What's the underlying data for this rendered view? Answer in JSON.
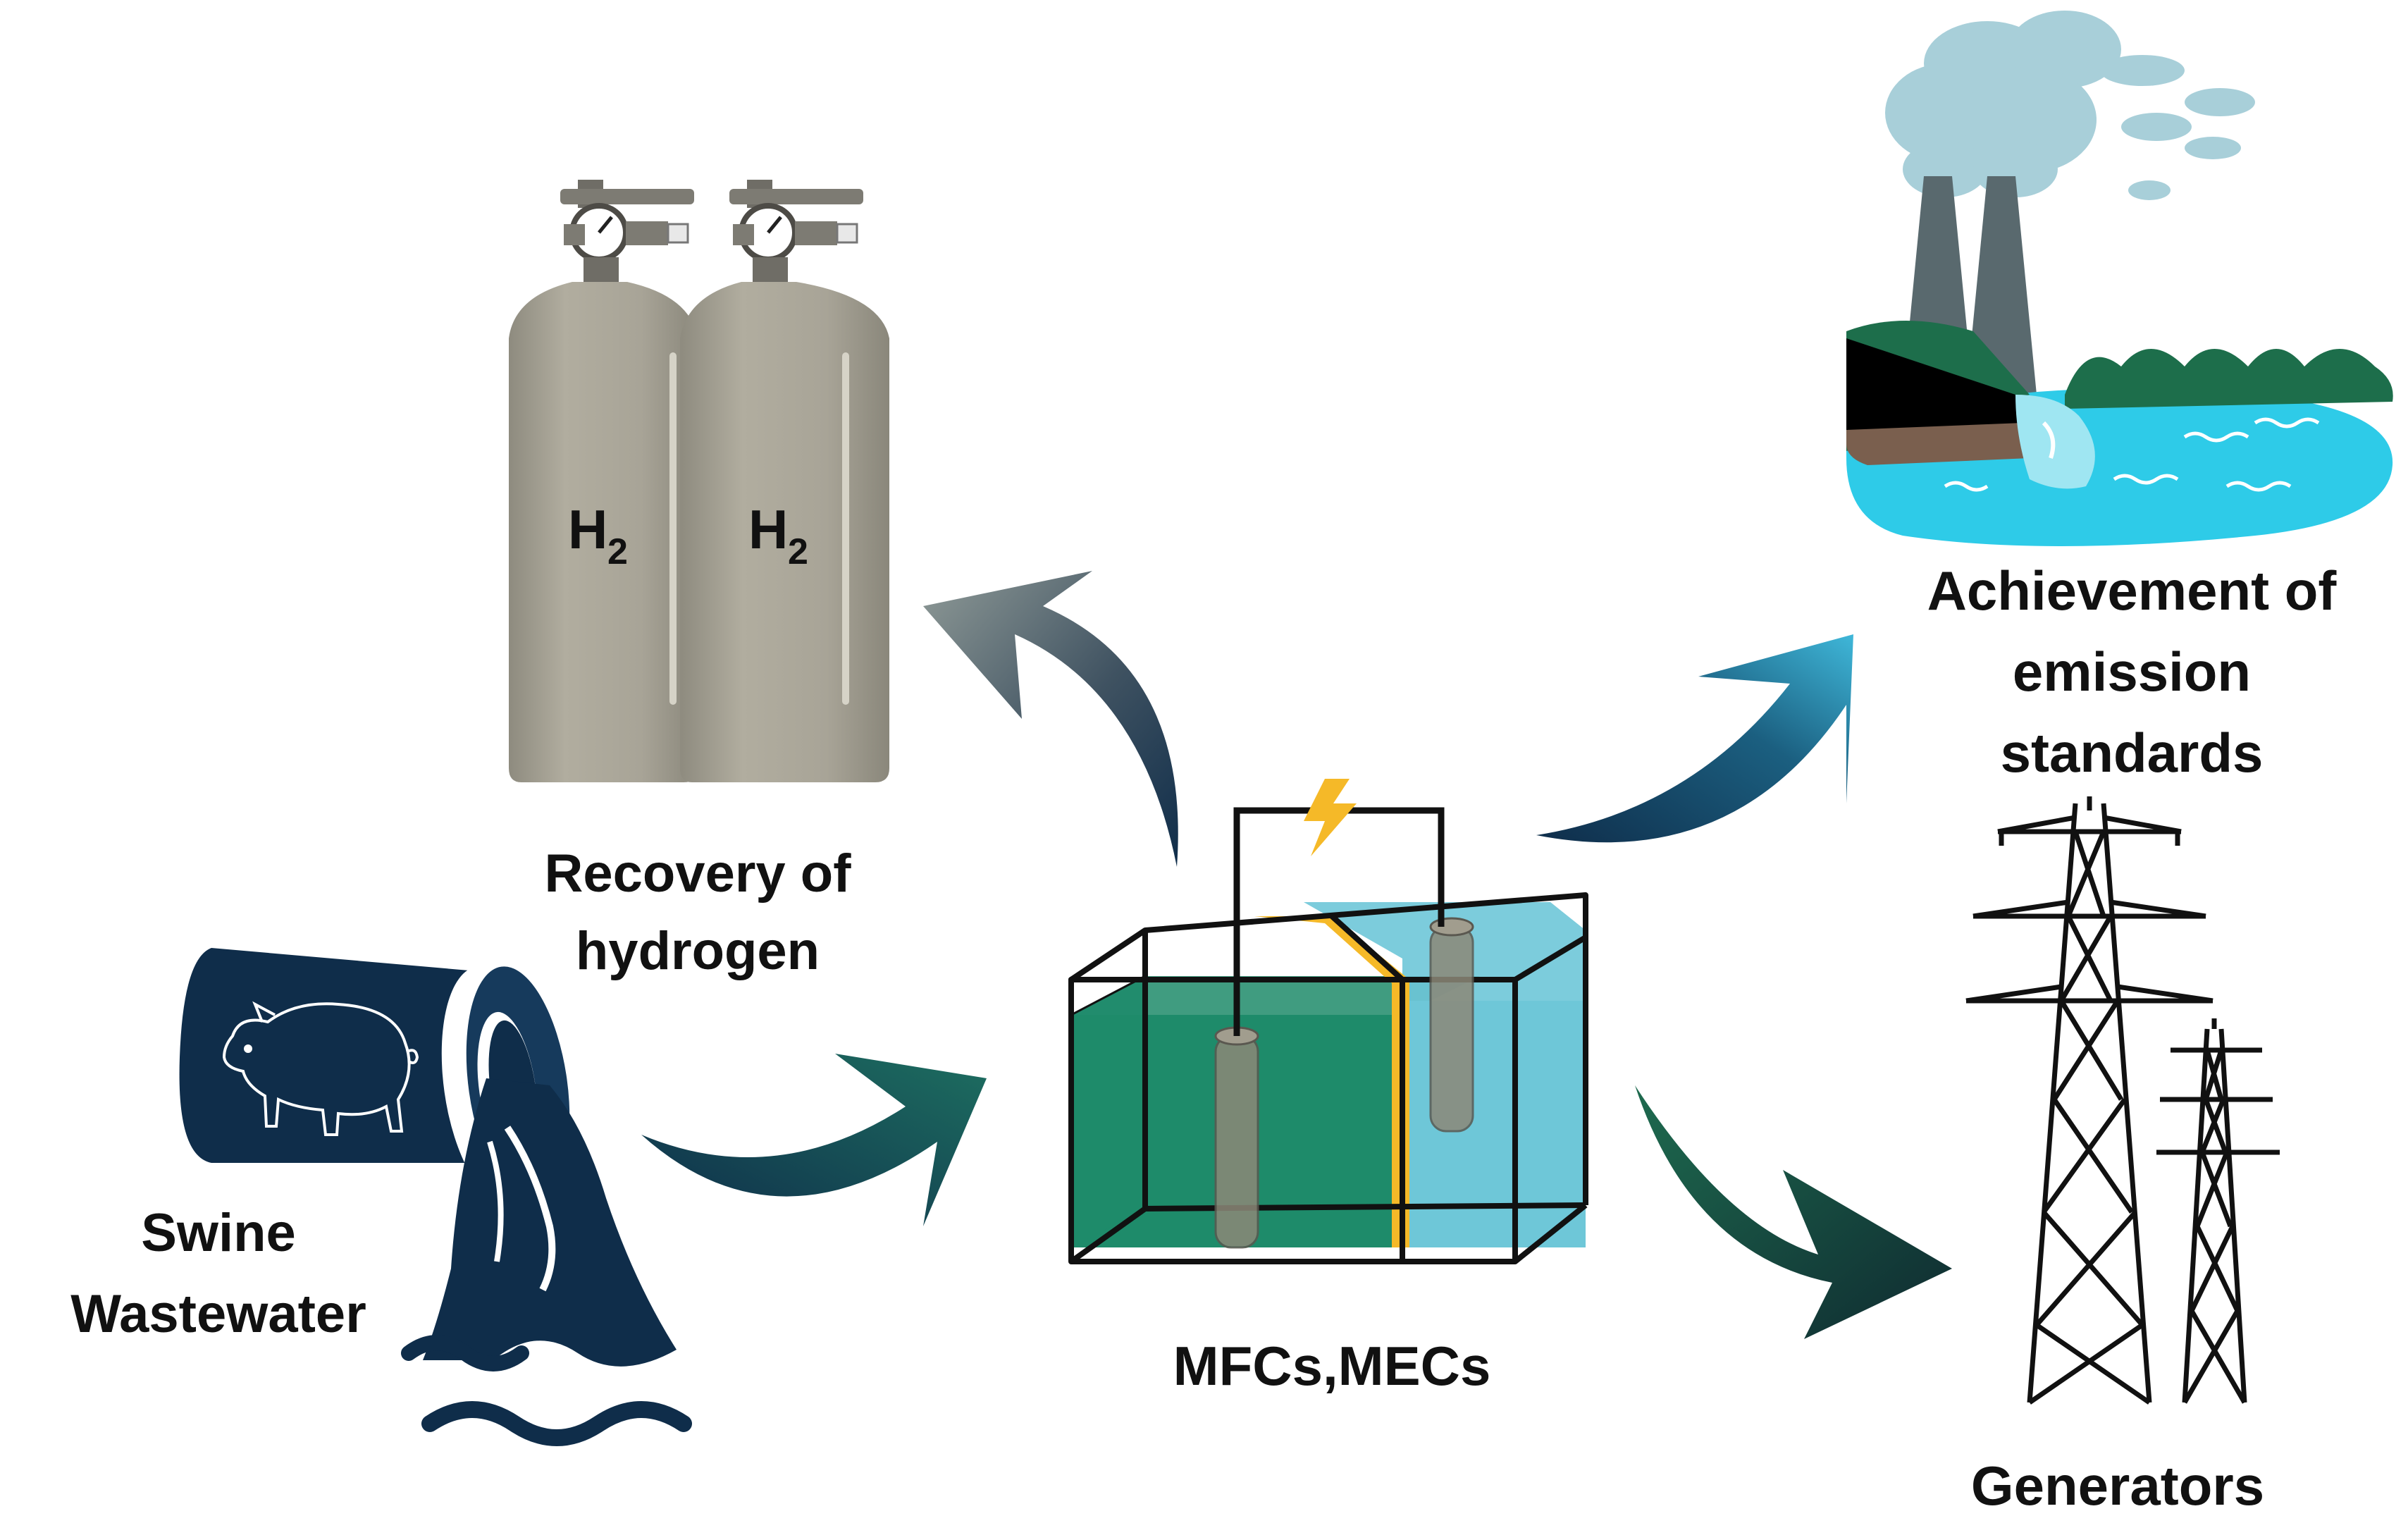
{
  "labels": {
    "swine_line1": "Swine",
    "swine_line2": "Wastewater",
    "hydrogen_line1": "Recovery of",
    "hydrogen_line2": "hydrogen",
    "emission_line1": "Achievement of",
    "emission_line2": "emission",
    "emission_line3": "standards",
    "cell": "MFCs,MECs",
    "generators": "Generators"
  },
  "cylinder": {
    "symbol": "H",
    "subscript": "2"
  },
  "colors": {
    "navy": "#0f2d4a",
    "teal_green": "#1e8b6a",
    "water_blue": "#6ec7d8",
    "membrane_yellow": "#f5b928",
    "cylinder_gray": "#a9a597",
    "lake_cyan": "#2ecbe8",
    "smoke_blue": "#a8cfd9",
    "hill_green": "#1d6e4b"
  },
  "icons": [
    "pig-icon",
    "wastewater-pipe-icon",
    "gas-cylinder-icon",
    "lightning-icon",
    "factory-icon",
    "power-tower-icon"
  ]
}
